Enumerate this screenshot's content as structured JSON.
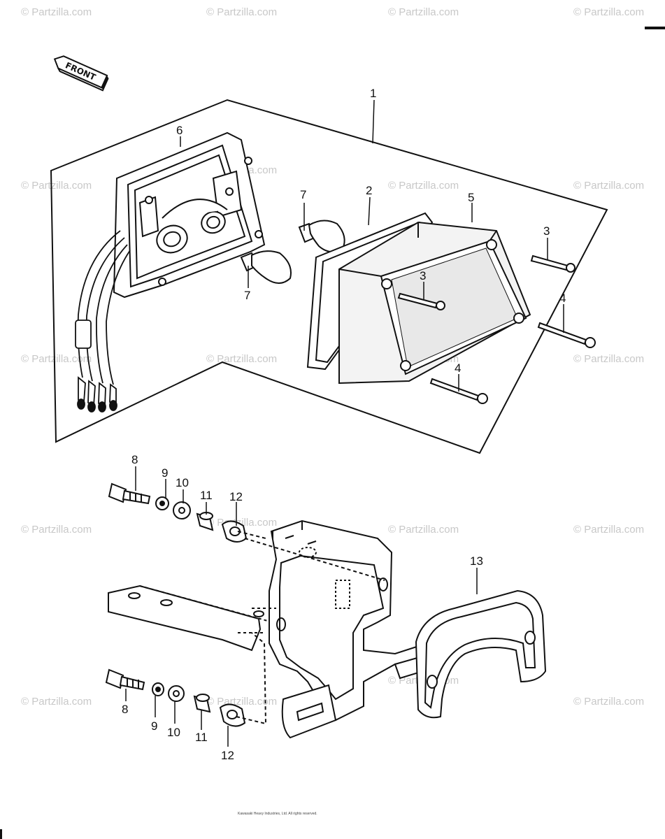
{
  "diagram": {
    "front_label": "FRONT",
    "watermark": "© Partzilla.com",
    "copyright": "Kawasaki Heavy Industries, Ltd. All rights reserved."
  },
  "callouts": [
    {
      "id": "c1",
      "label": "1"
    },
    {
      "id": "c2",
      "label": "2"
    },
    {
      "id": "c3a",
      "label": "3"
    },
    {
      "id": "c3b",
      "label": "3"
    },
    {
      "id": "c4a",
      "label": "4"
    },
    {
      "id": "c4b",
      "label": "4"
    },
    {
      "id": "c5",
      "label": "5"
    },
    {
      "id": "c6",
      "label": "6"
    },
    {
      "id": "c7a",
      "label": "7"
    },
    {
      "id": "c7b",
      "label": "7"
    },
    {
      "id": "c8a",
      "label": "8"
    },
    {
      "id": "c9a",
      "label": "9"
    },
    {
      "id": "c10a",
      "label": "10"
    },
    {
      "id": "c11a",
      "label": "11"
    },
    {
      "id": "c12a",
      "label": "12"
    },
    {
      "id": "c13",
      "label": "13"
    },
    {
      "id": "c8b",
      "label": "8"
    },
    {
      "id": "c9b",
      "label": "9"
    },
    {
      "id": "c10b",
      "label": "10"
    },
    {
      "id": "c11b",
      "label": "11"
    },
    {
      "id": "c12b",
      "label": "12"
    }
  ],
  "colors": {
    "ink": "#111111",
    "watermark": "#c8c8c8",
    "background": "#ffffff"
  }
}
